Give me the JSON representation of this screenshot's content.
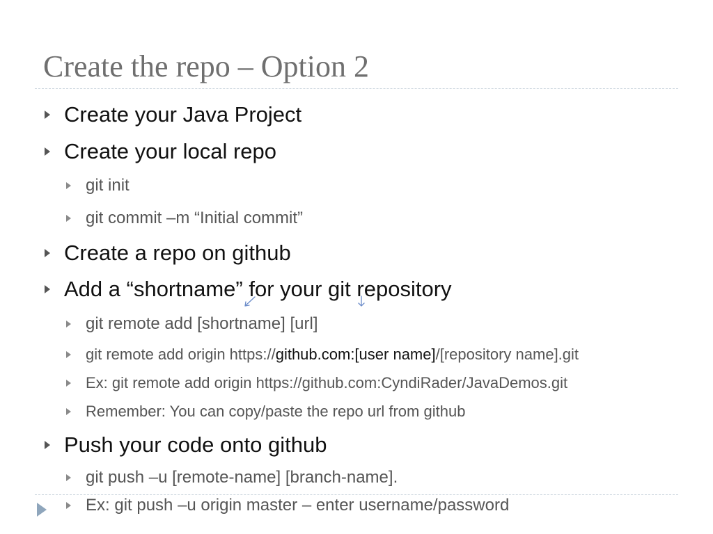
{
  "slide": {
    "title": "Create the repo – Option 2",
    "bullets": {
      "b1": "Create your Java Project",
      "b2": "Create your local repo",
      "b2_1": "git init",
      "b2_2": "git commit –m “Initial commit”",
      "b3": "Create a repo on github",
      "b4": "Add a “shortname” for your git repository",
      "b4_1": "git remote add [shortname] [url]",
      "b4_2_a": "git remote add origin https://",
      "b4_2_b": "github.com:[user name]",
      "b4_2_c": "/[repository name].git",
      "b4_3": "Ex: git remote add origin https://github.com:CyndiRader/JavaDemos.git",
      "b4_4": "Remember: You can copy/paste the repo url from github",
      "b5": "Push your code onto github",
      "b5_1": "git push –u [remote-name] [branch-name].",
      "b5_2": "Ex: git push –u origin master – enter username/password"
    }
  },
  "colors": {
    "title": "#6f6f6f",
    "level1_text": "#111111",
    "level2_text": "#555555",
    "rule": "#c9d3dc",
    "nav_icon": "#8fa6bc",
    "annotation": "#6b8cc9"
  },
  "icons": {
    "bullet": "triangle-right-icon",
    "nav": "next-slide-icon",
    "annotation": "arrow-down-left-icon"
  }
}
